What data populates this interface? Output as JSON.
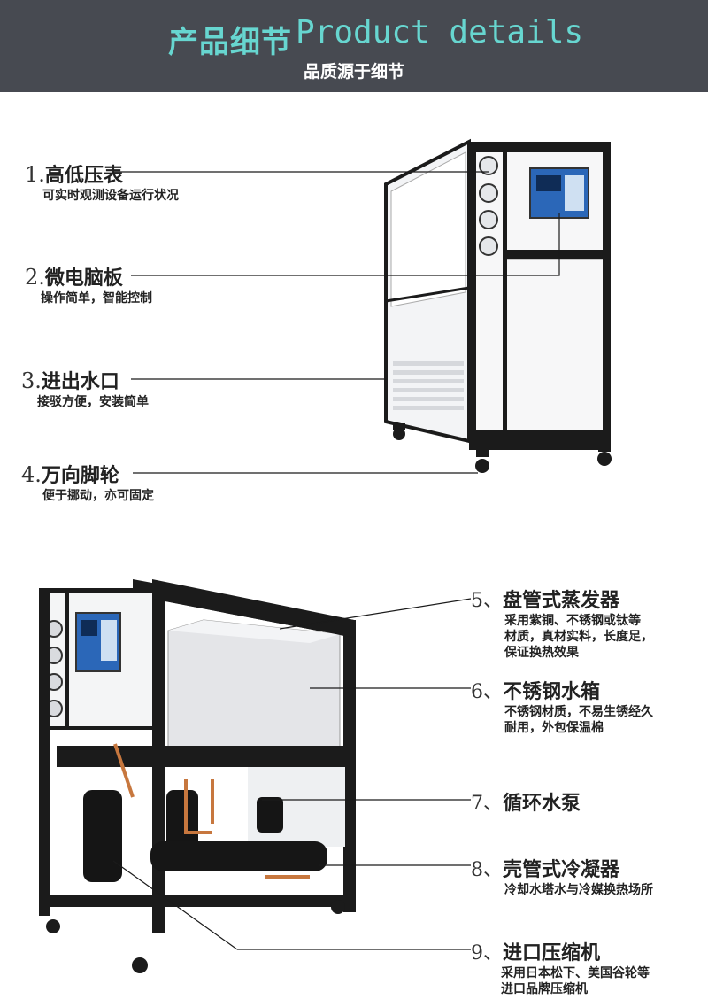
{
  "header": {
    "title_cn": "产品细节",
    "title_en": "Product details",
    "subtitle": "品质源于细节"
  },
  "top_features": [
    {
      "num": "1.",
      "name": "高低压表",
      "desc": "可实时观测设备运行状况"
    },
    {
      "num": "2.",
      "name": "微电脑板",
      "desc": "操作简单，智能控制"
    },
    {
      "num": "3.",
      "name": "进出水口",
      "desc": "接驳方便，安装简单"
    },
    {
      "num": "4.",
      "name": "万向脚轮",
      "desc": "便于挪动，亦可固定"
    }
  ],
  "bottom_features": [
    {
      "num": "5、",
      "name": "盘管式蒸发器",
      "desc": [
        "采用紫铜、不锈钢或钛等",
        "材质，真材实料，长度足，",
        "保证换热效果"
      ]
    },
    {
      "num": "6、",
      "name": "不锈钢水箱",
      "desc": [
        "不锈钢材质，不易生锈经久",
        "耐用，外包保温棉"
      ]
    },
    {
      "num": "7、",
      "name": "循环水泵",
      "desc": []
    },
    {
      "num": "8、",
      "name": "壳管式冷凝器",
      "desc": [
        "冷却水塔水与冷媒换热场所"
      ]
    },
    {
      "num": "9、",
      "name": "进口压缩机",
      "desc": [
        "采用日本松下、美国谷轮等",
        "进口品牌压缩机"
      ]
    }
  ],
  "colors": {
    "header_bg": "#474a51",
    "title": "#67d6d0"
  }
}
